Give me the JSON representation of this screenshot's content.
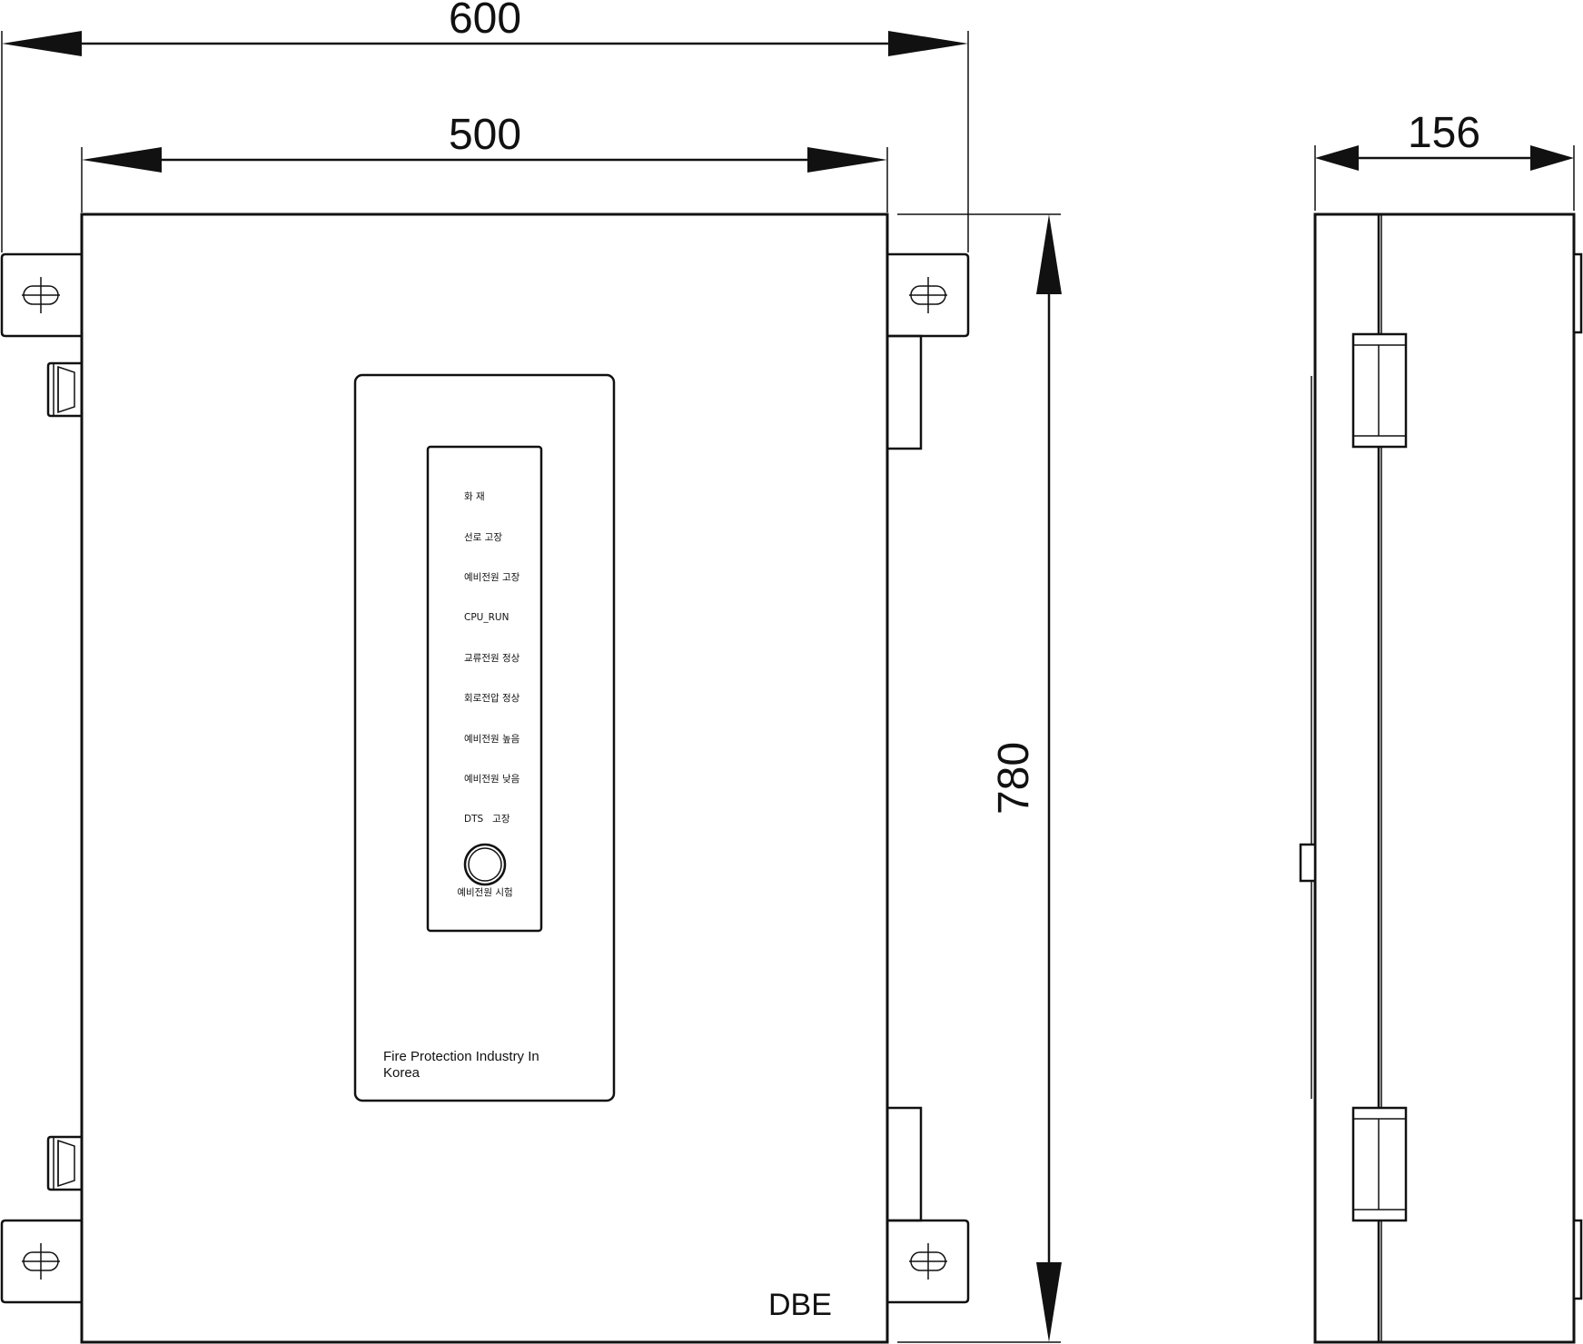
{
  "dimensions": {
    "overall_width": "600",
    "body_width": "500",
    "height": "780",
    "depth": "156"
  },
  "panel": {
    "indicators": [
      "화 재",
      "선로 고장",
      "예비전원 고장",
      "CPU_RUN",
      "교류전원 정상",
      "회로전압 정상",
      "예비전원 높음",
      "예비전원 낮음",
      "DTS   고장"
    ],
    "test_button_label": "예비전원 시험",
    "company_line1": "Fire Protection Industry In",
    "company_line2": "Korea"
  },
  "brand": "DBE"
}
